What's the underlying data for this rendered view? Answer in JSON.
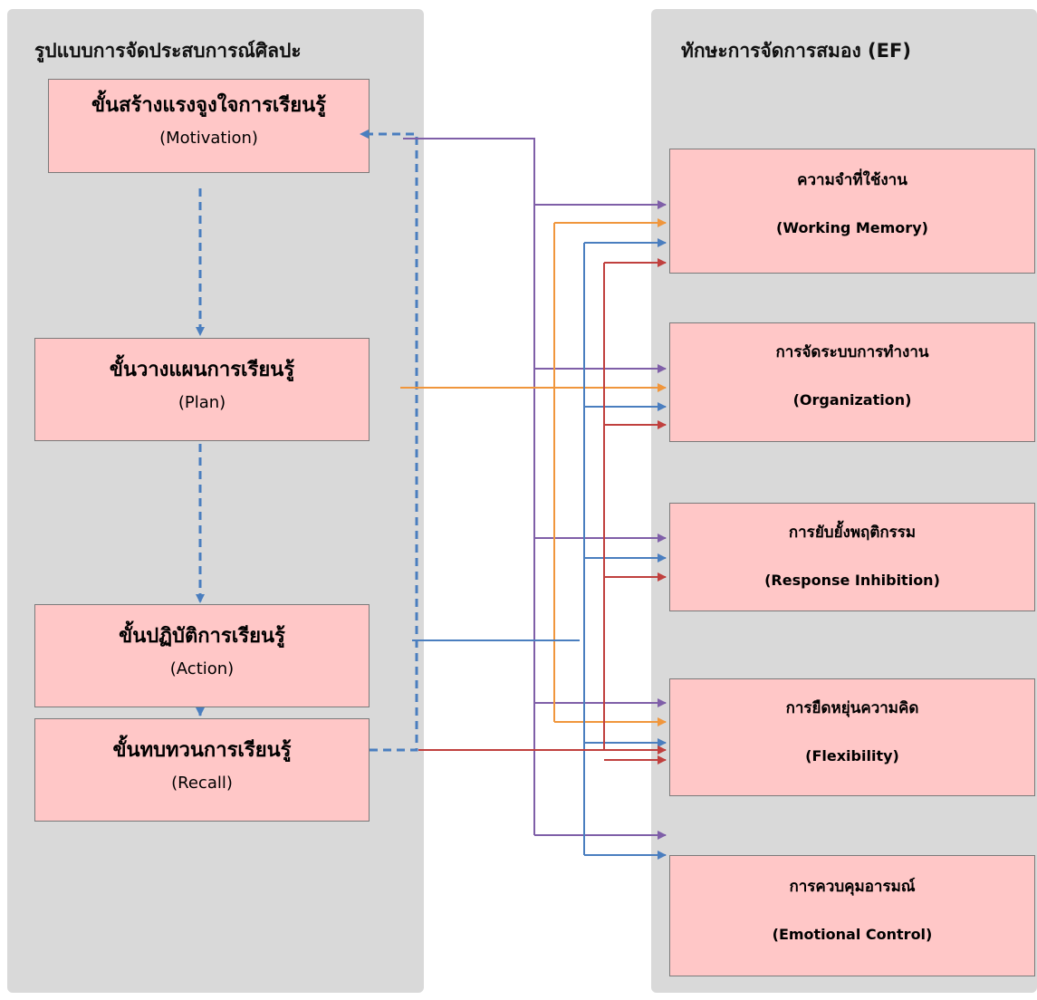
{
  "left_panel": {
    "title": "รูปแบบการจัดประสบการณ์ศิลปะ",
    "steps": [
      {
        "title": "ขั้นสร้างแรงจูงใจการเรียนรู้",
        "subtitle": "(Motivation)"
      },
      {
        "title": "ขั้นวางแผนการเรียนรู้",
        "subtitle": "(Plan)"
      },
      {
        "title": "ขั้นปฏิบัติการเรียนรู้",
        "subtitle": "(Action)"
      },
      {
        "title": "ขั้นทบทวนการเรียนรู้",
        "subtitle": "(Recall)"
      }
    ]
  },
  "right_panel": {
    "title": "ทักษะการจัดการสมอง (EF)",
    "skills": [
      {
        "title": "ความจำที่ใช้งาน",
        "subtitle": "(Working Memory)"
      },
      {
        "title": "การจัดระบบการทำงาน",
        "subtitle": "(Organization)"
      },
      {
        "title": "การยับยั้งพฤติกรรม",
        "subtitle": "(Response Inhibition)"
      },
      {
        "title": "การยืดหยุ่นความคิด",
        "subtitle": "(Flexibility)"
      },
      {
        "title": "การควบคุมอารมณ์",
        "subtitle": "(Emotional Control)"
      }
    ]
  },
  "colors": {
    "panel": "#d9d9d9",
    "box_fill": "#ffc7c7",
    "flow_dashed": "#4a7ebf",
    "motivation_line": "#7f5fa8",
    "plan_line": "#f0963c",
    "action_line": "#4a7ebf",
    "recall_line": "#c0403e"
  }
}
